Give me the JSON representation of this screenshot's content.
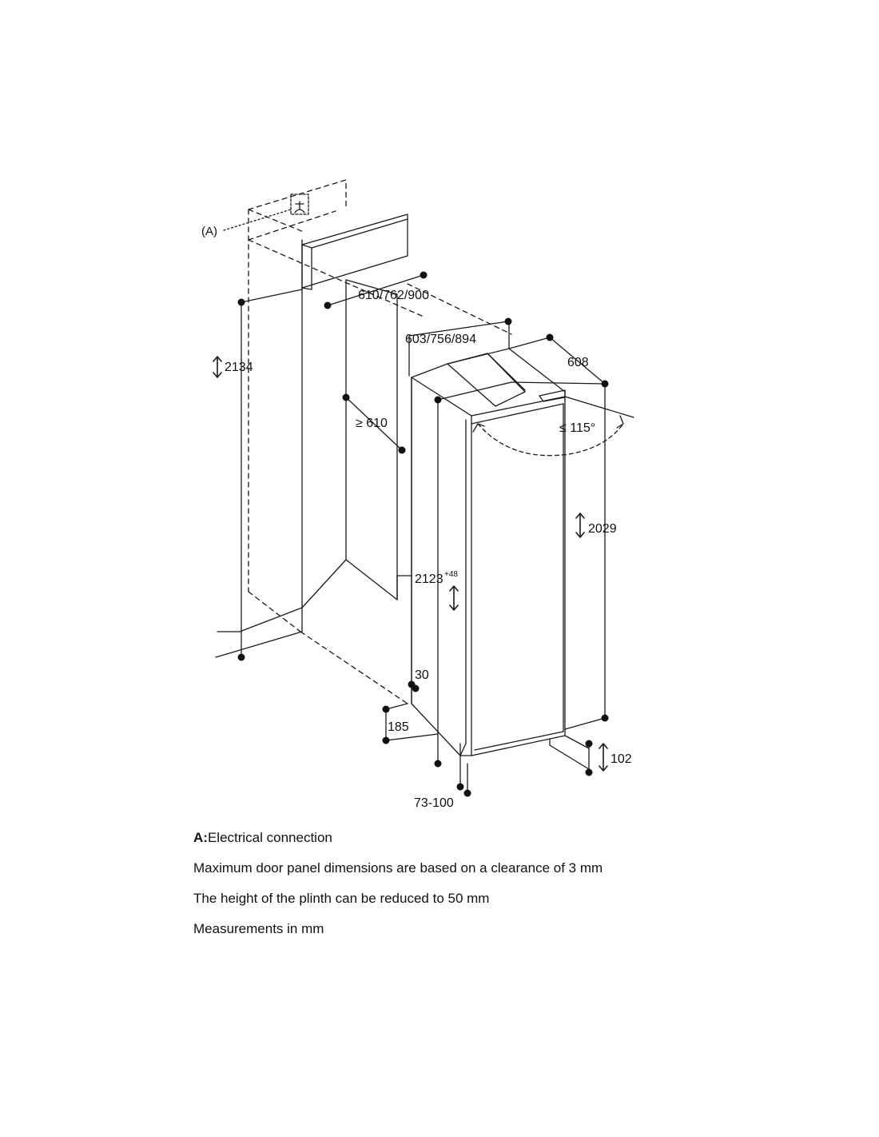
{
  "diagram": {
    "label_a": "(A)",
    "dim_opening_width": "610/762/900",
    "dim_appliance_width": "603/756/894",
    "dim_depth": "608",
    "dim_niche_height": "2134",
    "dim_min_depth": "≥ 610",
    "dim_door_angle": "≤ 115°",
    "dim_appliance_height": "2029",
    "dim_adjust_height": "2123",
    "dim_adjust_height_sup": "+48",
    "dim_30": "30",
    "dim_185": "185",
    "dim_102": "102",
    "dim_73_100": "73-100"
  },
  "notes": {
    "a_key": "A:",
    "a_text": "Electrical connection",
    "line2": "Maximum door panel dimensions are based on a clearance of 3 mm",
    "line3": "The height of the plinth can be reduced to 50 mm",
    "line4": "Measurements in mm"
  }
}
